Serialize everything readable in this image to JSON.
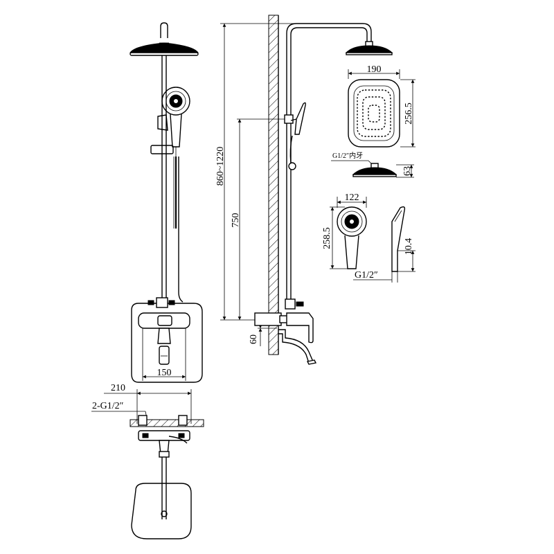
{
  "dimensions": {
    "head_width": "190",
    "head_height": "256.5",
    "head_thread": "G1/2″内牙",
    "head_thickness": "63",
    "hand_width": "122",
    "hand_length": "258.5",
    "hand_depth": "10.4",
    "hand_thread": "G1/2″",
    "height_range": "860~1220",
    "bar_height": "750",
    "spout_offset": "60",
    "valve_width": "150",
    "inlet_spacing": "210",
    "inlet_thread": "2-G1/2″"
  }
}
